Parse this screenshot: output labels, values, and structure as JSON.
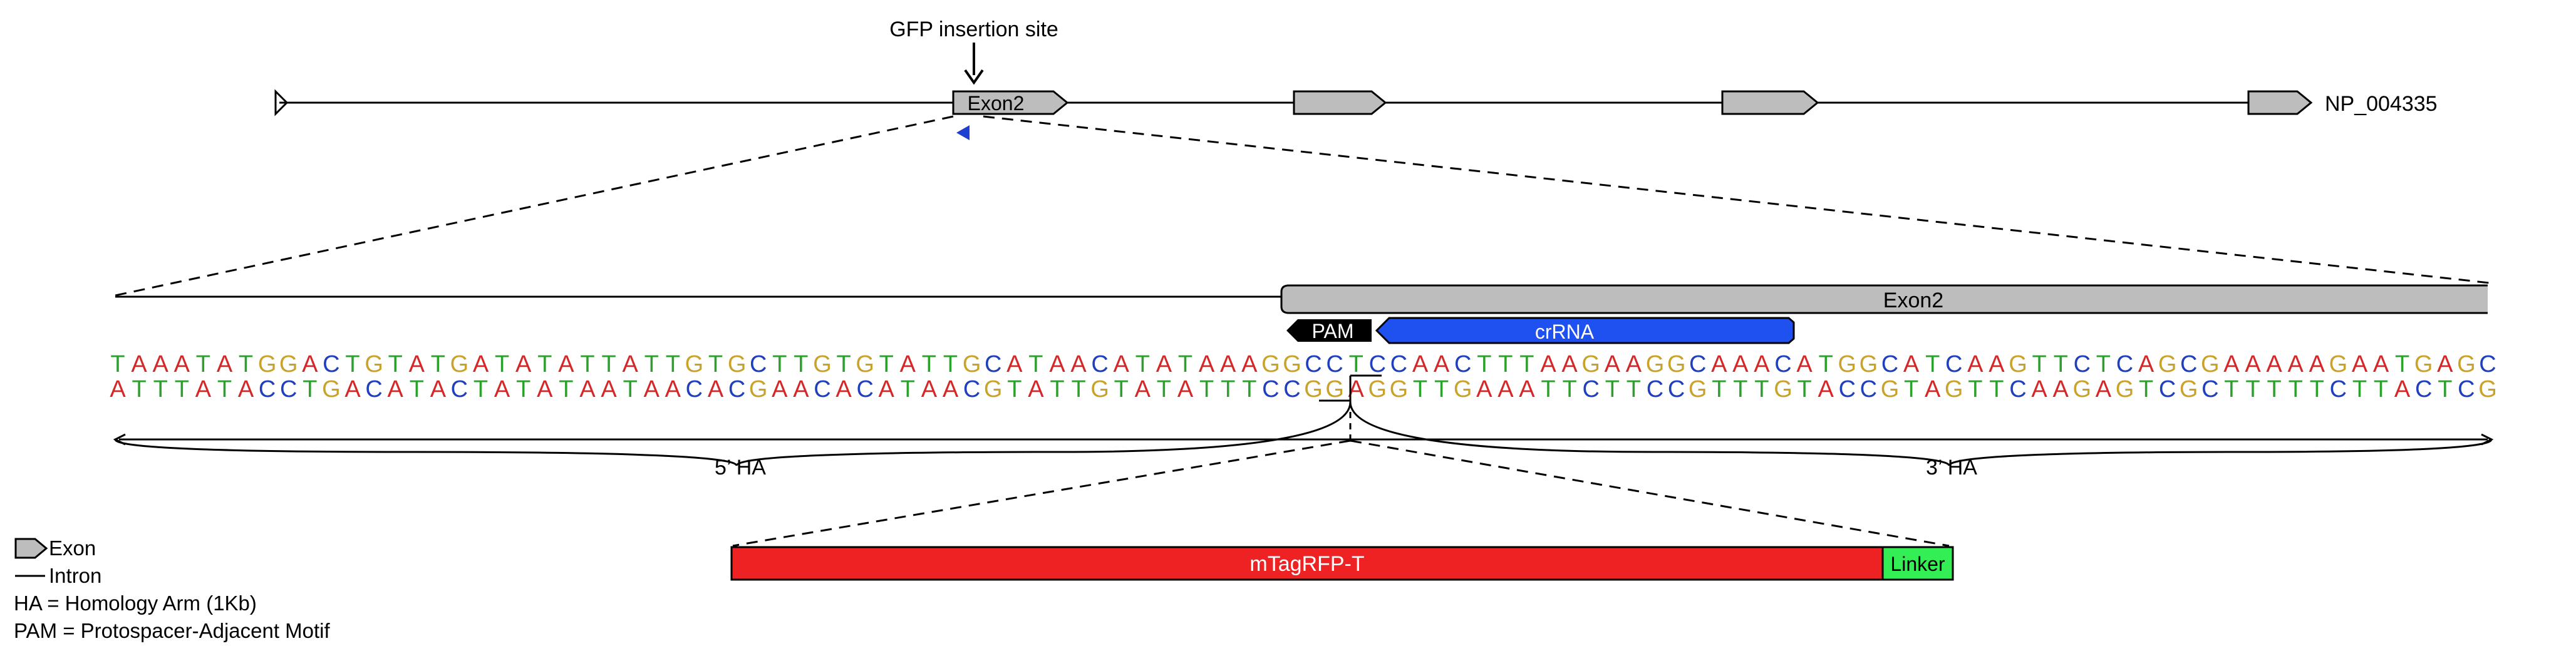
{
  "gene": {
    "insertion_label": "GFP insertion site",
    "exon_label": "Exon2",
    "accession": "NP_004335"
  },
  "zoom": {
    "exon_label": "Exon2",
    "pam_label": "PAM",
    "crrna_label": "crRNA"
  },
  "sequence": {
    "top_strand": "TAAATATGGACTGTATGATATATTATTGTGCTTGTGTATTGCATAACATATAAAGGCCTCCAACTTTAAGAAGGCAAACATGGCATCAAGTTCTCAGCGAAAAAGAATGAGC",
    "bottom_strand": "ATTTATACCTGACATACTATATAATAACACGAACACATAACGTATTGTATATTTCCGGAGGTTGAAATTCTTCCGTTTGTACCGTAGTTCAAGAGTCGCTTTTTCTTACTCG",
    "base_colors": {
      "A": "#d62728",
      "T": "#2ca02c",
      "G": "#c9a227",
      "C": "#1f3fbf"
    }
  },
  "homology": {
    "left_label": "5’ HA",
    "right_label": "3’ HA"
  },
  "insert": {
    "tag_label": "mTagRFP-T",
    "linker_label": "Linker",
    "tag_color": "#ee2222",
    "linker_color": "#33ee55"
  },
  "legend": {
    "exon": "Exon",
    "intron": "Intron",
    "ha": "HA = Homology Arm (1Kb)",
    "pam": "PAM = Protospacer-Adjacent Motif"
  }
}
